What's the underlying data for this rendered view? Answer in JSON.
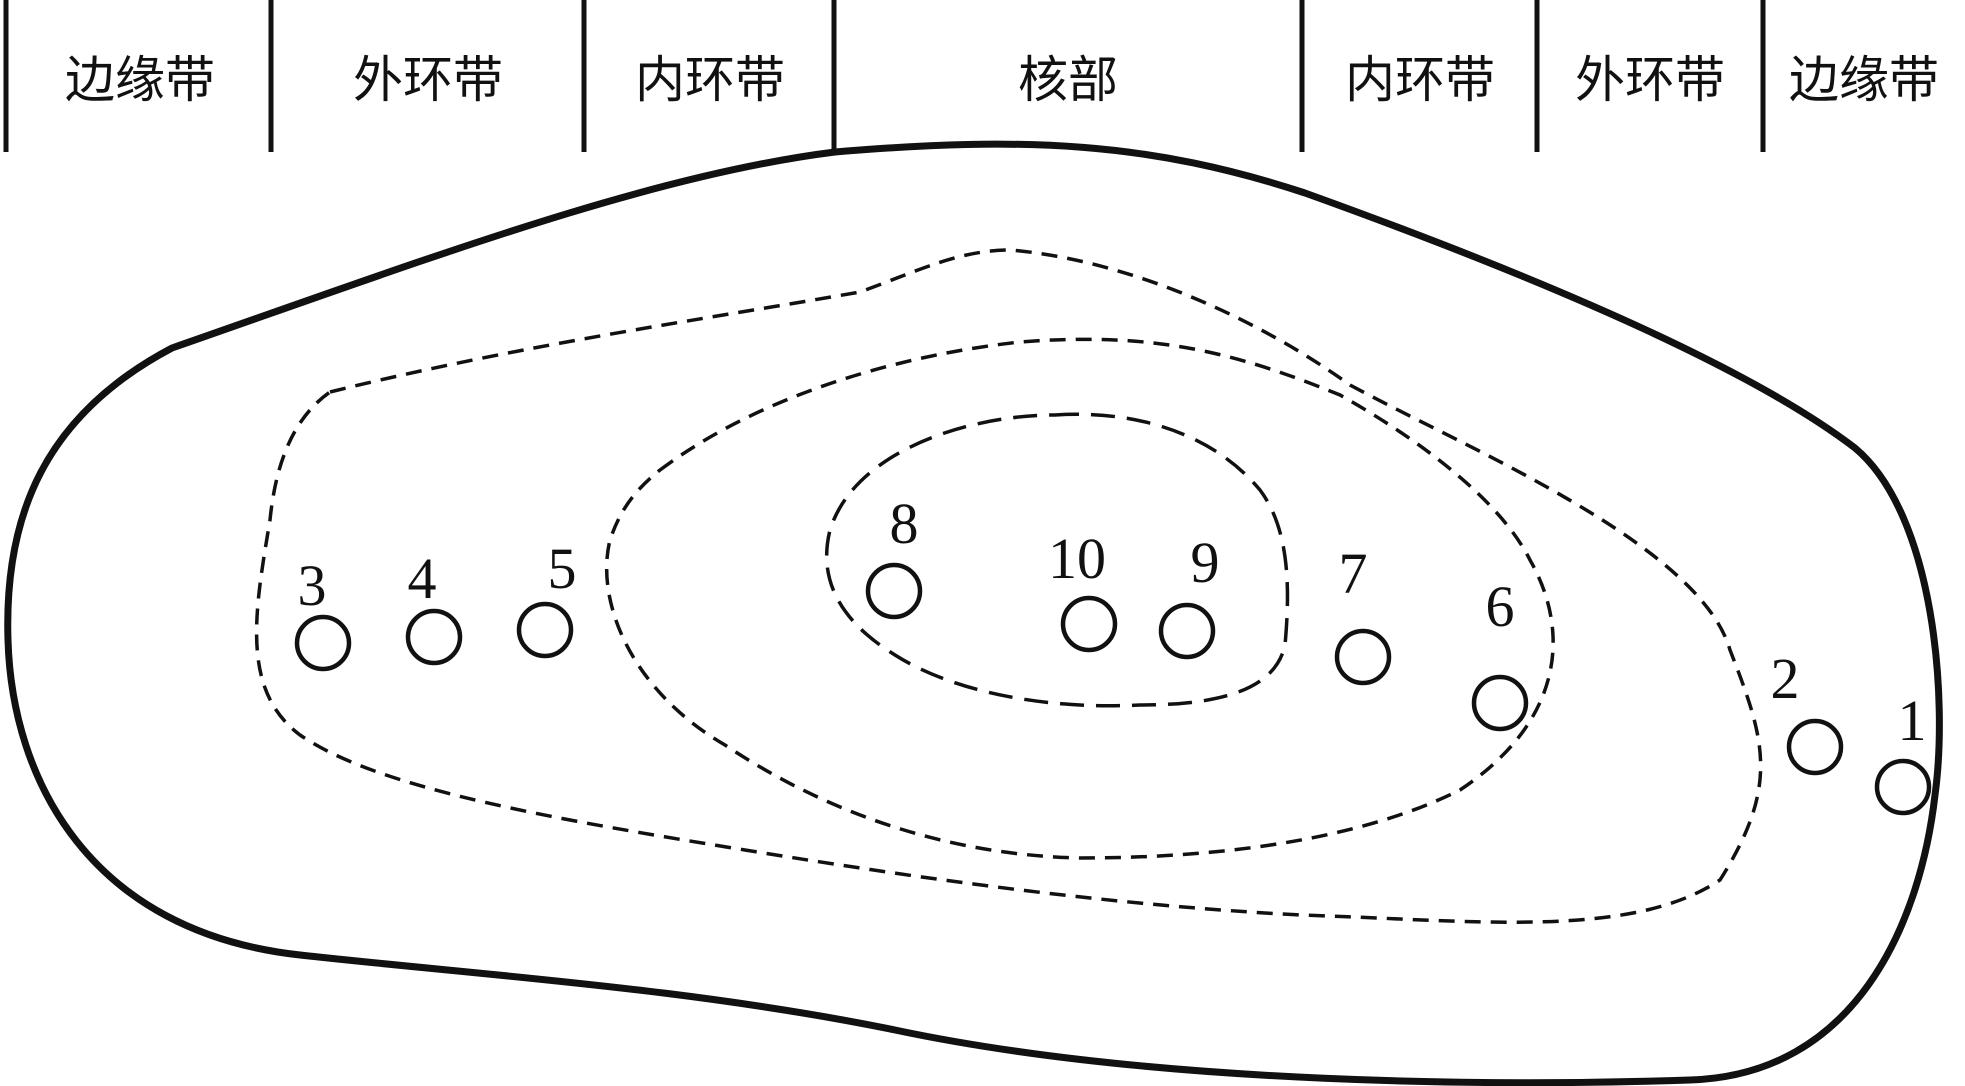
{
  "zones": [
    {
      "label": "边缘带"
    },
    {
      "label": "外环带"
    },
    {
      "label": "内环带"
    },
    {
      "label": "核部"
    },
    {
      "label": "内环带"
    },
    {
      "label": "外环带"
    },
    {
      "label": "边缘带"
    }
  ],
  "holes": [
    {
      "label": "1"
    },
    {
      "label": "2"
    },
    {
      "label": "3"
    },
    {
      "label": "4"
    },
    {
      "label": "5"
    },
    {
      "label": "6"
    },
    {
      "label": "7"
    },
    {
      "label": "8"
    },
    {
      "label": "9"
    },
    {
      "label": "10"
    }
  ]
}
